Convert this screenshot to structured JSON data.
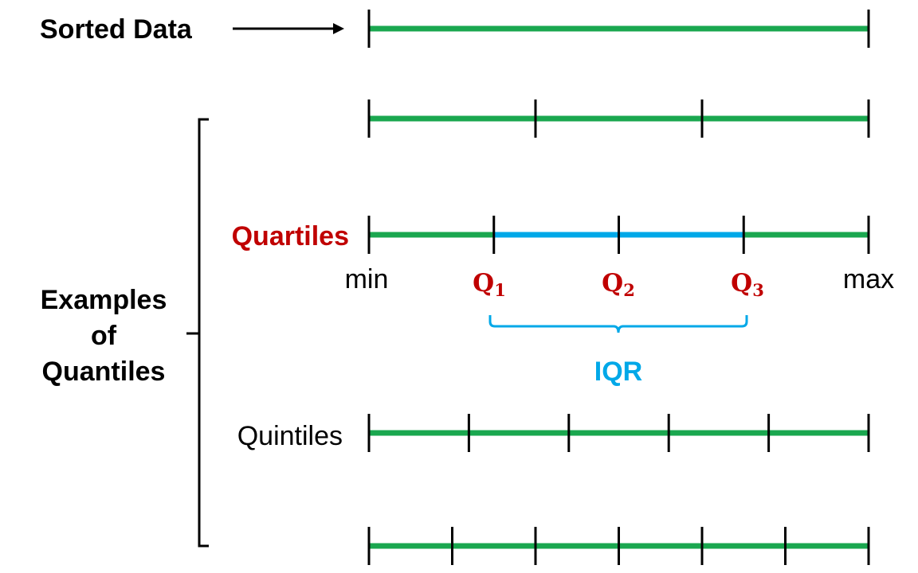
{
  "labels": {
    "sorted_data": "Sorted Data",
    "examples_line1": "Examples",
    "examples_line2": "of",
    "examples_line3": "Quantiles",
    "quartiles": "Quartiles",
    "quintiles": "Quintiles",
    "min": "min",
    "max": "max",
    "iqr": "IQR"
  },
  "quartile_markers": [
    {
      "letter": "Q",
      "sub": "1"
    },
    {
      "letter": "Q",
      "sub": "2"
    },
    {
      "letter": "Q",
      "sub": "3"
    }
  ],
  "rows": [
    {
      "name": "sorted-data",
      "divisions": 1
    },
    {
      "name": "terciles",
      "divisions": 3
    },
    {
      "name": "quartiles",
      "divisions": 4,
      "highlight_range": [
        1,
        3
      ]
    },
    {
      "name": "quintiles",
      "divisions": 5
    },
    {
      "name": "sextiles",
      "divisions": 6
    }
  ],
  "colors": {
    "line": "#1aa74f",
    "iqr": "#00a8e8",
    "quartile_text": "#c00000",
    "text": "#000000",
    "ticks": "#000000"
  }
}
